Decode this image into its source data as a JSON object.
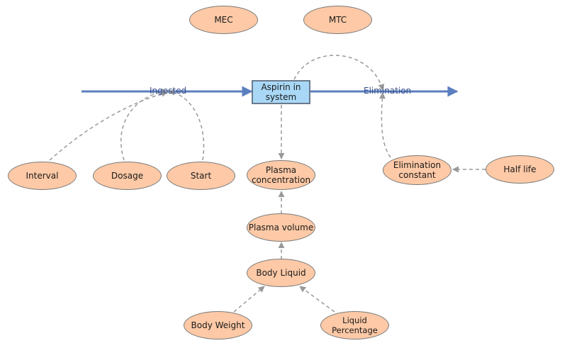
{
  "stock": {
    "label": "Aspirin in system"
  },
  "flows": {
    "inflow": "Ingested",
    "outflow": "Elimination"
  },
  "nodes": {
    "mec": "MEC",
    "mtc": "MTC",
    "interval": "Interval",
    "dosage": "Dosage",
    "start": "Start",
    "plasma_concentration": "Plasma concentration",
    "elimination_constant": "Elimination constant",
    "half_life": "Half life",
    "plasma_volume": "Plasma volume",
    "body_liquid": "Body Liquid",
    "body_weight": "Body Weight",
    "liquid_percentage": "Liquid Percentage"
  },
  "colors": {
    "variable_fill": "#fdc9a6",
    "stock_fill": "#a9d8f6",
    "flow_arrow": "#5b7fbf",
    "link": "#999999"
  }
}
